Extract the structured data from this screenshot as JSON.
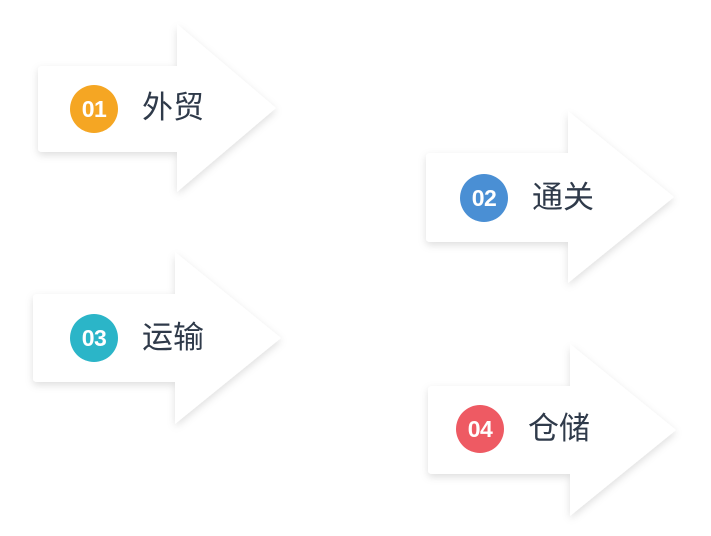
{
  "steps": [
    {
      "number": "01",
      "label": "外贸",
      "color": "#F5A623"
    },
    {
      "number": "02",
      "label": "通关",
      "color": "#4A8FD4"
    },
    {
      "number": "03",
      "label": "运输",
      "color": "#2BB5C8"
    },
    {
      "number": "04",
      "label": "仓储",
      "color": "#EE5A63"
    }
  ]
}
